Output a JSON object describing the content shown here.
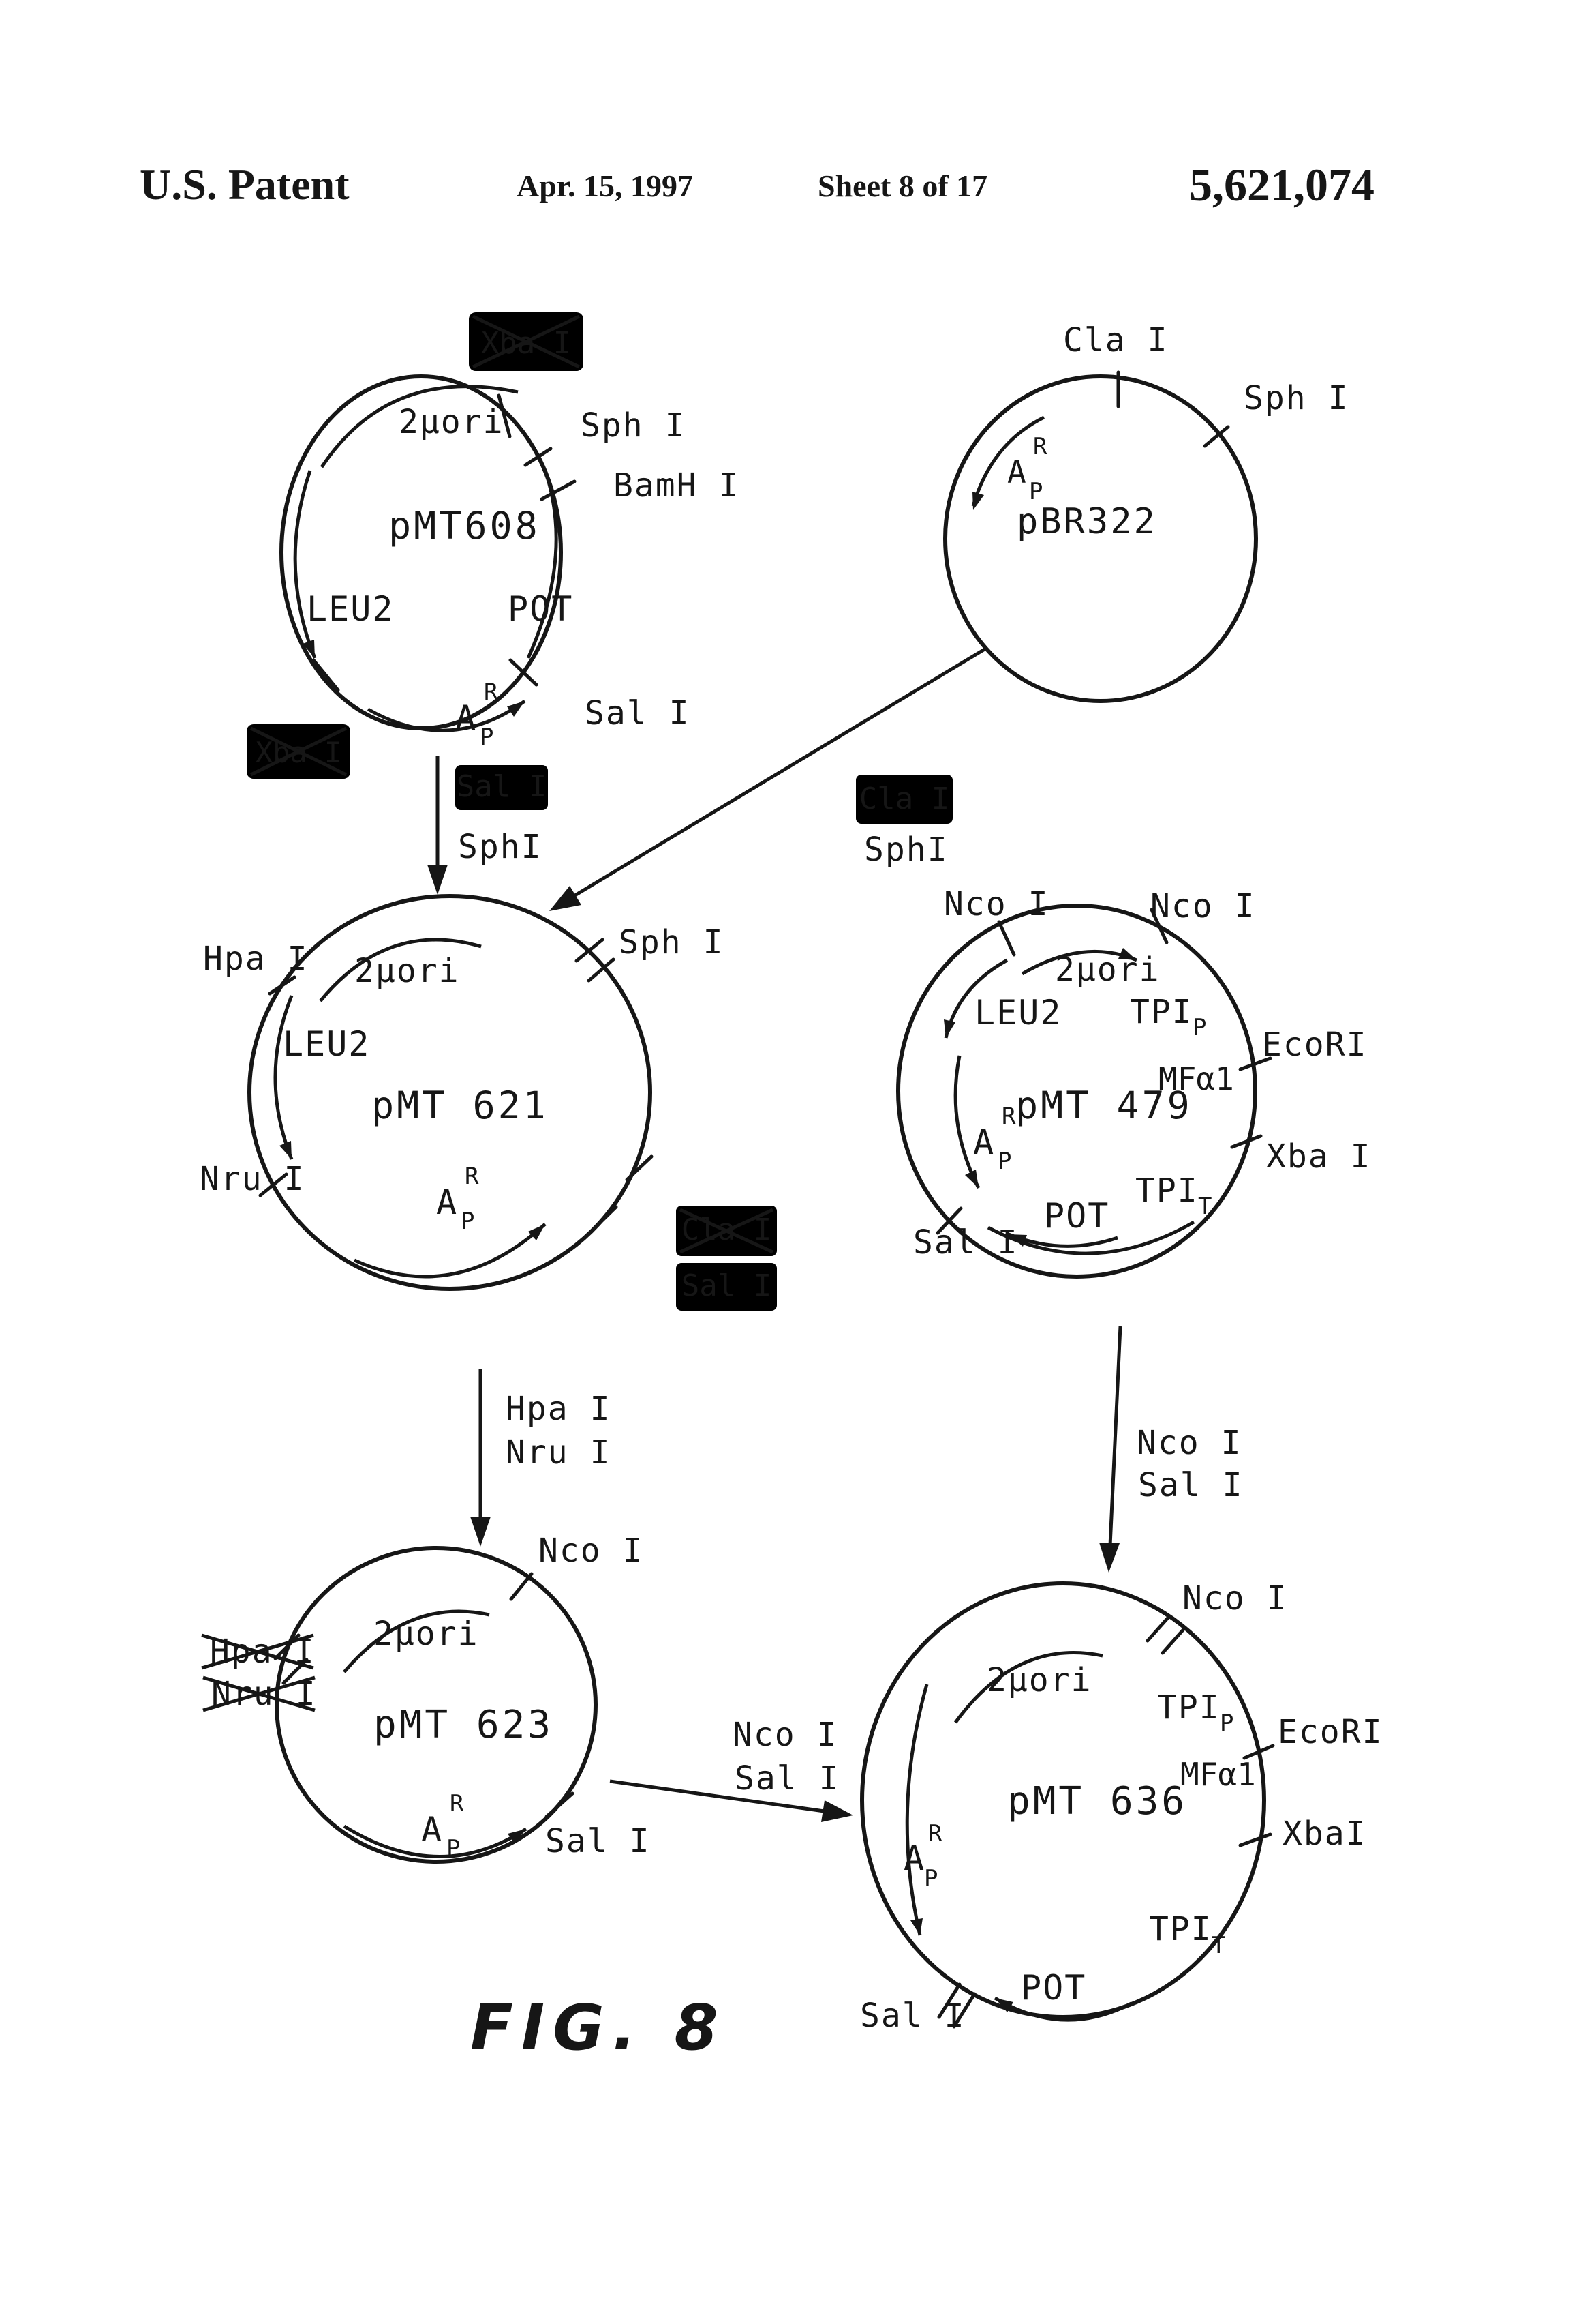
{
  "header": {
    "title": "U.S. Patent",
    "date": "Apr. 15, 1997",
    "sheet": "Sheet 8 of 17",
    "patent_number": "5,621,074"
  },
  "figure_label": "FIG. 8",
  "colors": {
    "ink": "#161616",
    "paper": "#ffffff"
  },
  "plasmids": {
    "pmt608": {
      "name": "pMT608",
      "ori": "2μori",
      "leu2": "LEU2",
      "pot": "POT",
      "amp_a": "A",
      "amp_r": "R",
      "amp_p": "P",
      "site_xba_top": "Xba I",
      "site_sph": "Sph I",
      "site_bamh": "BamH I",
      "site_sal": "Sal I",
      "site_xba_bottom": "Xba I"
    },
    "pbr322": {
      "name": "pBR322",
      "amp_a": "A",
      "amp_r": "R",
      "amp_p": "P",
      "site_cla": "Cla I",
      "site_sph": "Sph I"
    },
    "pmt621": {
      "name": "pMT 621",
      "ori": "2μori",
      "leu2": "LEU2",
      "amp_a": "A",
      "amp_r": "R",
      "amp_p": "P",
      "site_hpa": "Hpa I",
      "site_sph": "Sph I",
      "site_nru": "Nru I",
      "site_cla_removed": "Cla I",
      "site_sal_boxed": "Sal I"
    },
    "pmt479": {
      "name": "pMT 479",
      "ori": "2μori",
      "leu2": "LEU2",
      "pot": "POT",
      "amp_a": "A",
      "amp_r": "R",
      "amp_p": "P",
      "tpi_p_base": "TPI",
      "tpi_p_sub": "P",
      "tpi_t_base": "TPI",
      "tpi_t_sub": "T",
      "mfa1": "MFα1",
      "site_nco_left": "Nco I",
      "site_nco_right": "Nco I",
      "site_ecori": "EcoRI",
      "site_xba": "Xba I",
      "site_sal": "Sal I"
    },
    "pmt623": {
      "name": "pMT 623",
      "ori": "2μori",
      "amp_a": "A",
      "amp_r": "R",
      "amp_p": "P",
      "site_hpa_removed": "Hpa I",
      "site_nru_removed": "Nru I",
      "site_nco": "Nco I",
      "site_sal": "Sal I"
    },
    "pmt636": {
      "name": "pMT 636",
      "ori": "2μori",
      "pot": "POT",
      "amp_a": "A",
      "amp_r": "R",
      "amp_p": "P",
      "tpi_p_base": "TPI",
      "tpi_p_sub": "P",
      "tpi_t_base": "TPI",
      "tpi_t_sub": "T",
      "mfa1": "MFα1",
      "site_nco": "Nco I",
      "site_ecori": "EcoRI",
      "site_xba": "XbaI",
      "site_sal": "Sal I"
    }
  },
  "digests": {
    "sal_sph": {
      "boxed": "Sal I",
      "plain": "SphI"
    },
    "cla_sph": {
      "boxed": "Cla I",
      "plain": "SphI"
    },
    "hpa_nru": {
      "line1": "Hpa I",
      "line2": "Nru I"
    },
    "nco_sal_vertical": {
      "line1": "Nco I",
      "line2": "Sal I"
    },
    "nco_sal_horizontal": {
      "line1": "Nco I",
      "line2": "Sal I"
    }
  }
}
